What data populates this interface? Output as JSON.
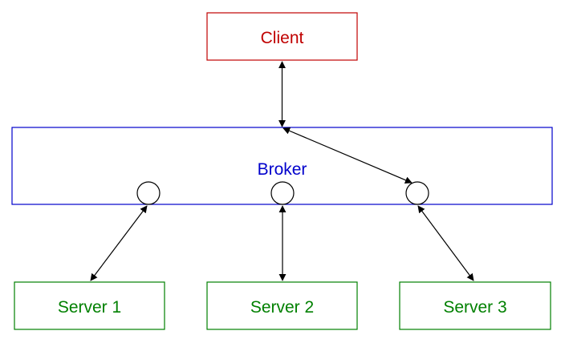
{
  "client": {
    "label": "Client",
    "color": "#c00000"
  },
  "broker": {
    "label": "Broker",
    "color": "#0000cc"
  },
  "servers": [
    {
      "label": "Server 1",
      "color": "#008000"
    },
    {
      "label": "Server 2",
      "color": "#008000"
    },
    {
      "label": "Server 3",
      "color": "#008000"
    }
  ],
  "ports": 3,
  "connector_color": "#000000"
}
